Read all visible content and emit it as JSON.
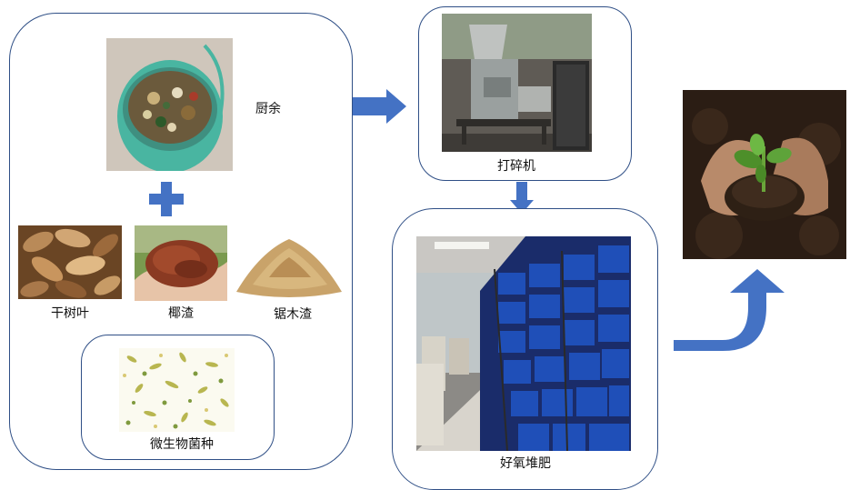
{
  "inputs": {
    "food_waste": "厨余",
    "dry_leaves": "干树叶",
    "coconut_husk": "椰渣",
    "sawdust": "锯木渣",
    "microbe_seed": "微生物菌种"
  },
  "process": {
    "shredder": "打碎机",
    "aerobic_compost": "好氧堆肥"
  },
  "colors": {
    "panel_border": "#2f4f86",
    "arrow_fill": "#4472c4"
  }
}
